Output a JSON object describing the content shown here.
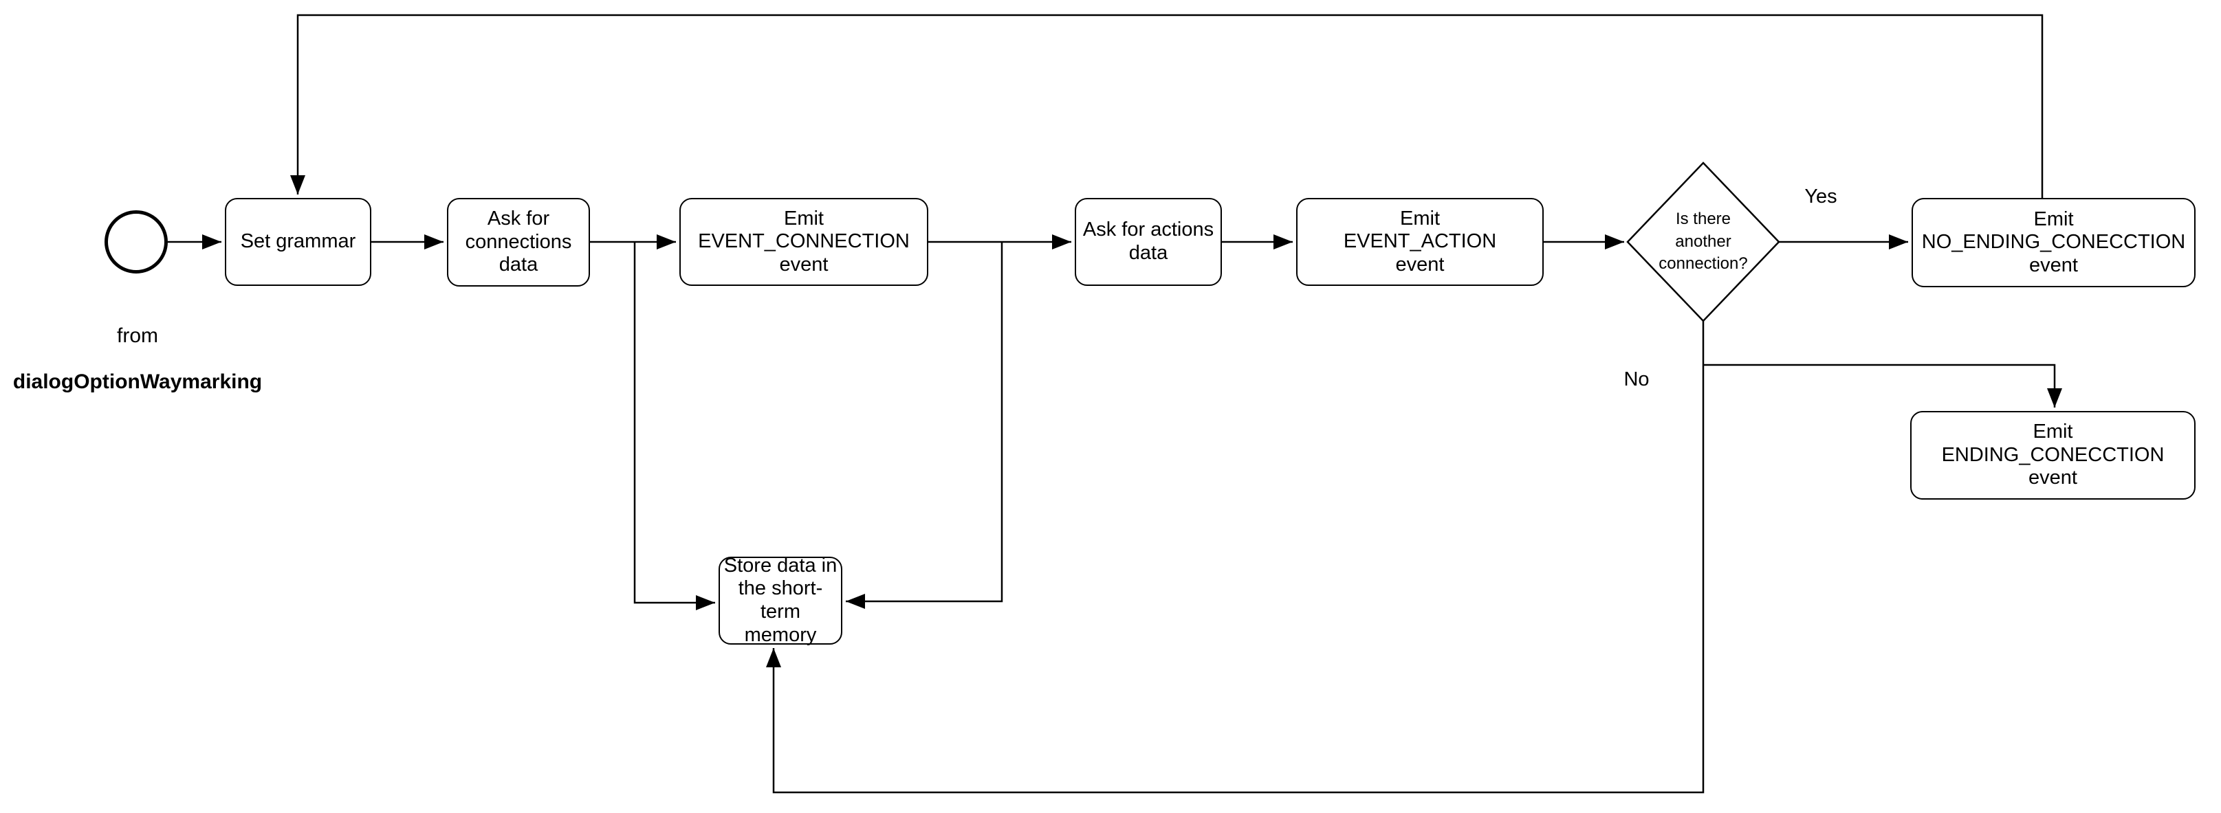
{
  "diagram": {
    "type": "flowchart",
    "background_color": "#ffffff",
    "stroke_color": "#000000",
    "start": {
      "caption_line1": "from",
      "caption_line2": "dialogOptionWaymarking"
    },
    "nodes": {
      "set_grammar": {
        "label": "Set grammar",
        "shape": "rounded-rect"
      },
      "ask_connections": {
        "label": "Ask for\nconnections\ndata",
        "shape": "rounded-rect"
      },
      "emit_event_connection": {
        "label": "Emit\nEVENT_CONNECTION\nevent",
        "shape": "rounded-rect"
      },
      "ask_actions": {
        "label": "Ask for actions\ndata",
        "shape": "rounded-rect"
      },
      "emit_event_action": {
        "label": "Emit\nEVENT_ACTION\nevent",
        "shape": "rounded-rect"
      },
      "decision": {
        "label": "Is there\nanother\nconnection?",
        "shape": "diamond"
      },
      "emit_no_ending": {
        "label": "Emit\nNO_ENDING_CONECCTION\nevent",
        "shape": "rounded-rect"
      },
      "emit_ending": {
        "label": "Emit\nENDING_CONECCTION\nevent",
        "shape": "rounded-rect"
      },
      "store_data": {
        "label": "Store data in\nthe short-term\nmemory",
        "shape": "rounded-rect"
      }
    },
    "edge_labels": {
      "yes": "Yes",
      "no": "No"
    },
    "edges": [
      "start -> set_grammar",
      "set_grammar -> ask_connections",
      "ask_connections -> emit_event_connection",
      "emit_event_connection -> ask_actions",
      "ask_actions -> emit_event_action",
      "emit_event_action -> decision",
      "decision -Yes-> emit_no_ending",
      "emit_no_ending -> set_grammar (loop over top)",
      "ask_connections/emit_event_connection junction -> store_data (left)",
      "emit_event_connection/ask_actions junction -> store_data (right)",
      "decision -No-> store_data (bottom loop)",
      "decision -No-> emit_ending"
    ]
  }
}
